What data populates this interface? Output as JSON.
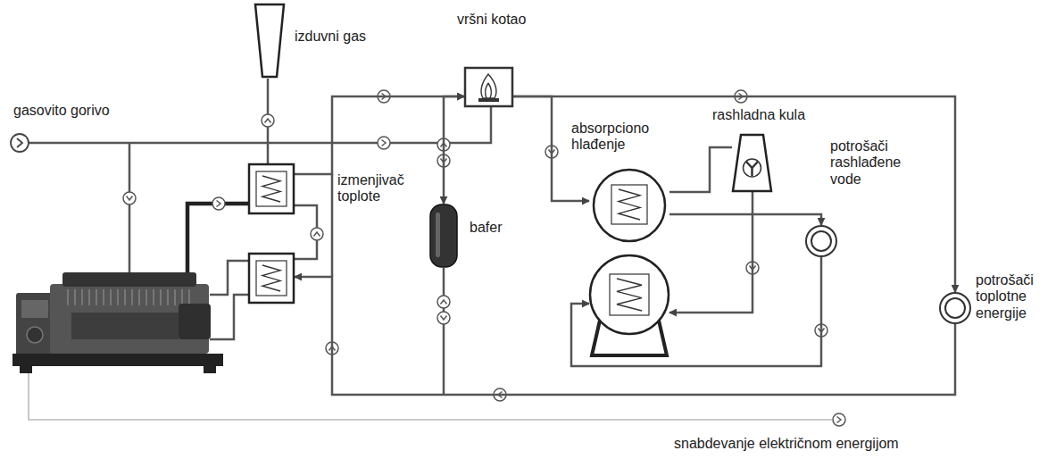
{
  "diagram": {
    "nodes": [
      {
        "text": [
          "vršni kotao"
        ]
      },
      {
        "text": [
          "izmenjivač toplote"
        ]
      },
      {
        "text": [
          "bafer"
        ]
      },
      {
        "text": [
          "absorpciono hlađenje"
        ]
      },
      {
        "text": [
          "rashladna kula"
        ]
      },
      {
        "text": [
          "potrošači rashlađene vode"
        ]
      },
      {
        "text": [
          "potrošači toplotne energije"
        ]
      }
    ],
    "edges": [
      {
        "from": 1,
        "to": 0,
        "arrow": "to"
      },
      {
        "from": 0,
        "to": 6,
        "arrow": "to"
      },
      {
        "from": 0,
        "to": 3,
        "arrow": "to"
      },
      {
        "from": 3,
        "to": 4,
        "arrow": "none"
      },
      {
        "from": 4,
        "to": 3,
        "arrow": "to"
      },
      {
        "from": 3,
        "to": 5,
        "arrow": "to"
      },
      {
        "from": 5,
        "to": 3,
        "arrow": "to"
      },
      {
        "from": 6,
        "to": 1,
        "arrow": "to"
      },
      {
        "from": 2,
        "to": 0,
        "arrow": "both"
      }
    ],
    "labels": [
      "izduvni gas",
      "gasovito gorivo",
      "snabdevanje električnom energijom"
    ]
  }
}
